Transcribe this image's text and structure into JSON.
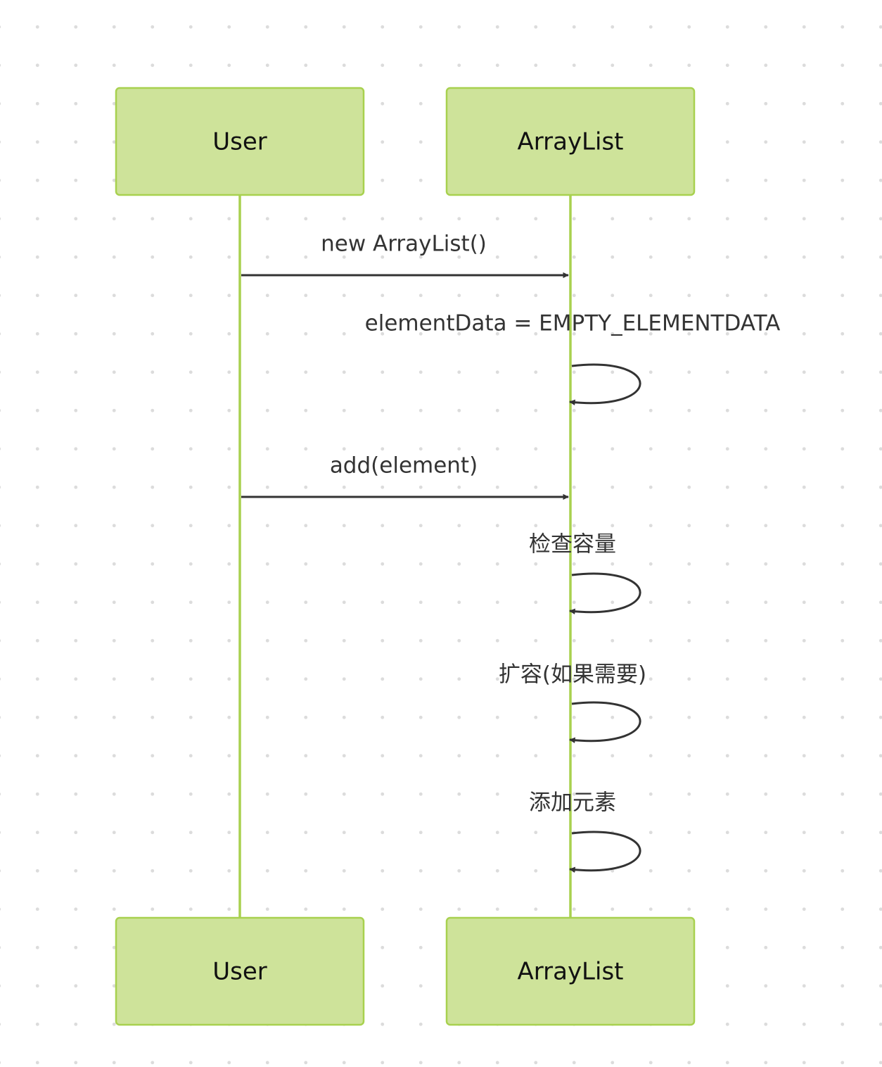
{
  "participants": [
    {
      "id": "user",
      "label": "User"
    },
    {
      "id": "arraylist",
      "label": "ArrayList"
    }
  ],
  "messages": [
    {
      "from": "User",
      "to": "ArrayList",
      "label": "new ArrayList()"
    },
    {
      "from": "ArrayList",
      "to": "ArrayList",
      "label": "elementData = EMPTY_ELEMENTDATA"
    },
    {
      "from": "User",
      "to": "ArrayList",
      "label": "add(element)"
    },
    {
      "from": "ArrayList",
      "to": "ArrayList",
      "label": "检查容量"
    },
    {
      "from": "ArrayList",
      "to": "ArrayList",
      "label": "扩容(如果需要)"
    },
    {
      "from": "ArrayList",
      "to": "ArrayList",
      "label": "添加元素"
    }
  ],
  "colors": {
    "actor_fill": "#cee39a",
    "actor_border": "#a8d14f",
    "lifeline": "#a8d14f",
    "arrow": "#333333"
  }
}
